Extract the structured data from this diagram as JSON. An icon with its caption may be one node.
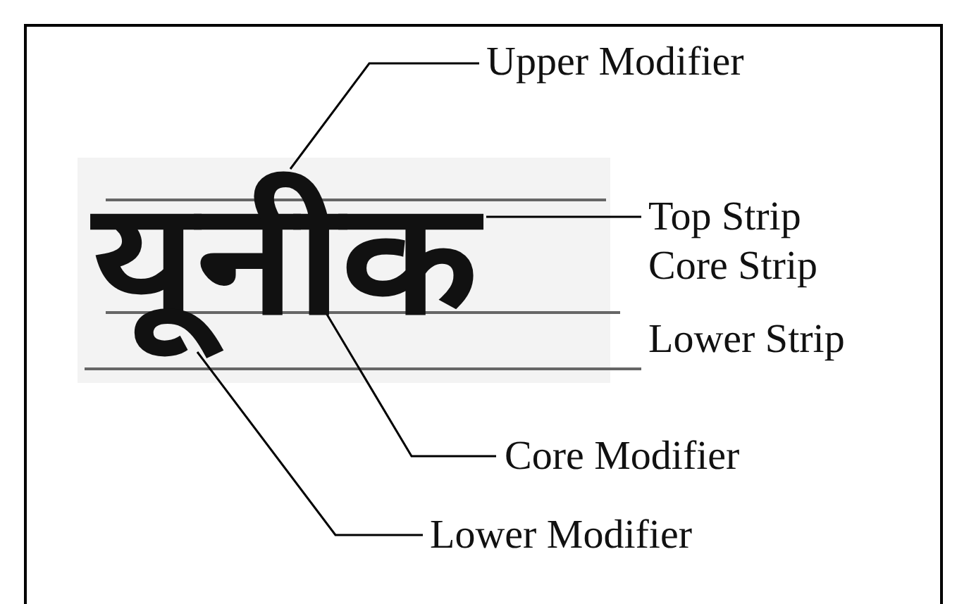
{
  "diagram": {
    "nodes": [
      {
        "text": [
          "Upper Modifier"
        ]
      },
      {
        "text": [
          "यूनीक"
        ]
      },
      {
        "text": [
          "Top Strip"
        ]
      },
      {
        "text": [
          "Core Modifier"
        ]
      },
      {
        "text": [
          "Lower Modifier"
        ]
      }
    ],
    "edges": [
      {
        "from": 0,
        "to": 1,
        "arrow": "none"
      },
      {
        "from": 2,
        "to": 1,
        "arrow": "none"
      },
      {
        "from": 3,
        "to": 1,
        "arrow": "none"
      },
      {
        "from": 4,
        "to": 1,
        "arrow": "none"
      }
    ],
    "labels": [
      "Core Strip",
      "Lower Strip"
    ]
  }
}
